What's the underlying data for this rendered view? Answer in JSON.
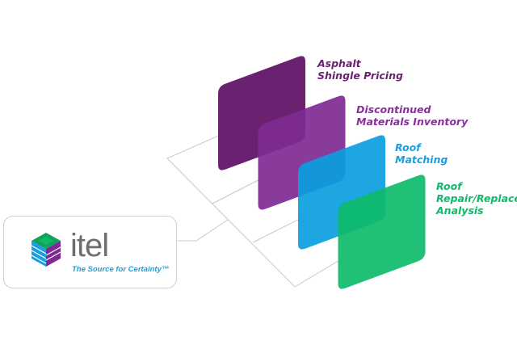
{
  "logo": {
    "wordmark": "itel",
    "tagline": "The Source for Certainty™"
  },
  "layers": [
    {
      "label": "Asphalt\nShingle Pricing",
      "color": "#6a2270"
    },
    {
      "label": "Discontinued\nMaterials Inventory",
      "color": "#7e2a92"
    },
    {
      "label": "Roof\nMatching",
      "color": "#0a9ee0"
    },
    {
      "label": "Roof\nRepair/Replace\nAnalysis",
      "color": "#0dbb6a"
    }
  ],
  "colors": {
    "line": "#c8c8c8",
    "label_purple_dark": "#6a2270",
    "label_purple": "#8a2f9e",
    "label_blue": "#1a9ee0",
    "label_green": "#12b86a"
  }
}
